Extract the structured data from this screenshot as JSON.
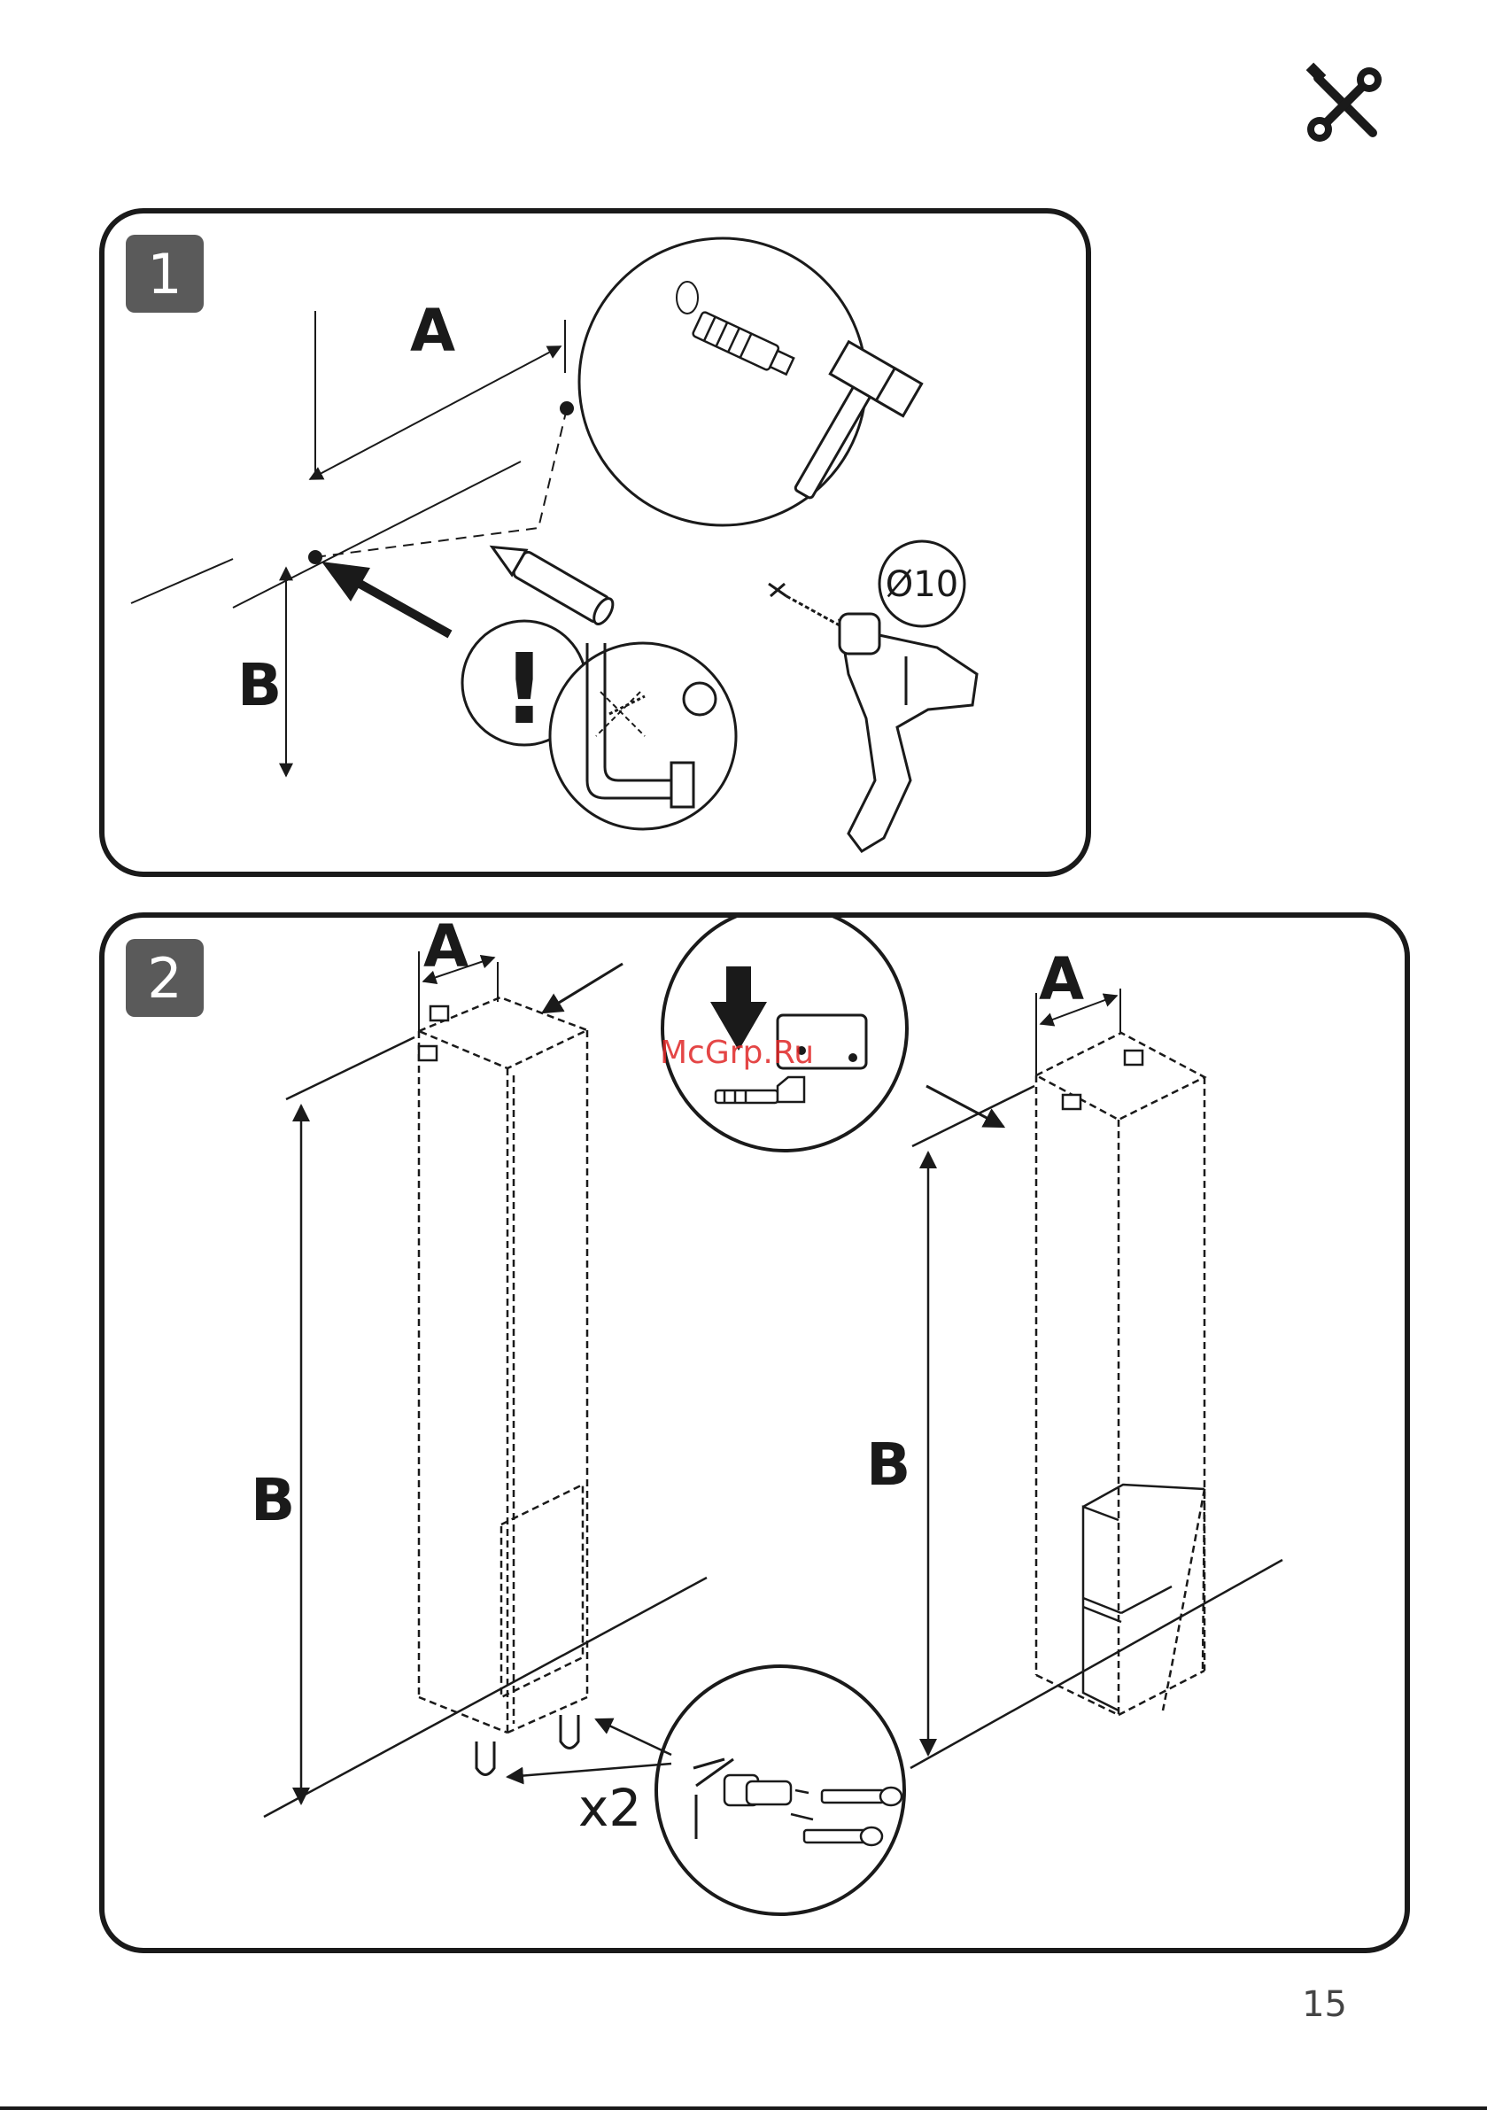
{
  "header": {
    "icon": "tools-icon"
  },
  "step1": {
    "number": "1",
    "dim_a": "A",
    "dim_b": "B",
    "warning_symbol": "!",
    "drill_size": "Ø10"
  },
  "step2": {
    "number": "2",
    "dim_a_left": "A",
    "dim_b_left": "B",
    "dim_a_right": "A",
    "dim_b_right": "B",
    "quantity": "x2"
  },
  "watermark": "McGrp.Ru",
  "footer": {
    "page_number": "15"
  }
}
